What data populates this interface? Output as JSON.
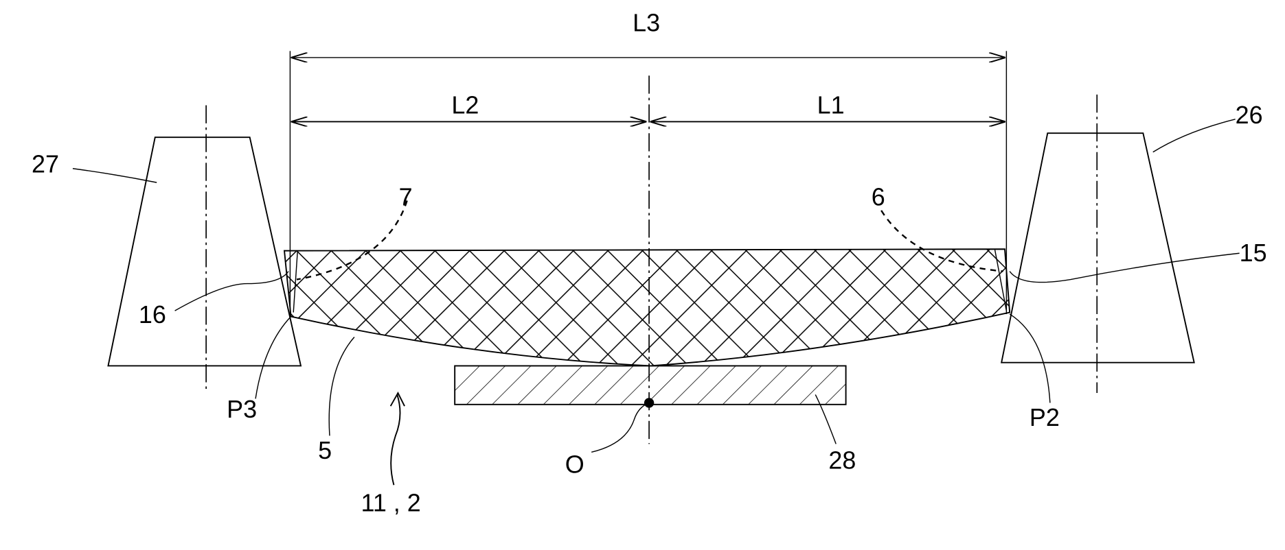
{
  "labels": {
    "L3": "L3",
    "L2": "L2",
    "L1": "L1",
    "n27": "27",
    "n26": "26",
    "n7": "7",
    "n6": "6",
    "n15": "15",
    "n16": "16",
    "P3": "P3",
    "P2": "P2",
    "n5": "5",
    "O": "O",
    "n28": "28",
    "n11_2": "11 , 2"
  }
}
